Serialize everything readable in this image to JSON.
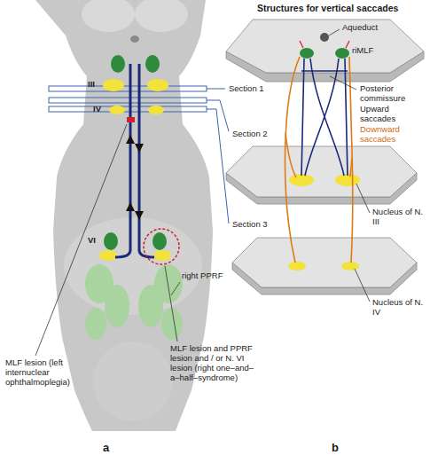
{
  "diagram": {
    "labels": [
      "Structures for vertical saccades",
      "Aqueduct",
      "riMLF",
      "III",
      "Section 1",
      "Posterior commissure",
      "IV",
      "Section 2",
      "Upward saccades",
      "Downward saccades",
      "Nucleus of N. III",
      "VI",
      "right PPRF",
      "Section 3",
      "Nucleus of N. IV",
      "MLF lesion (left internuclear ophthalmoplegia)",
      "MLF lesion and PPRF lesion and / or N. VI lesion (right one–and– a–half–syndrome)",
      "a",
      "b"
    ]
  }
}
